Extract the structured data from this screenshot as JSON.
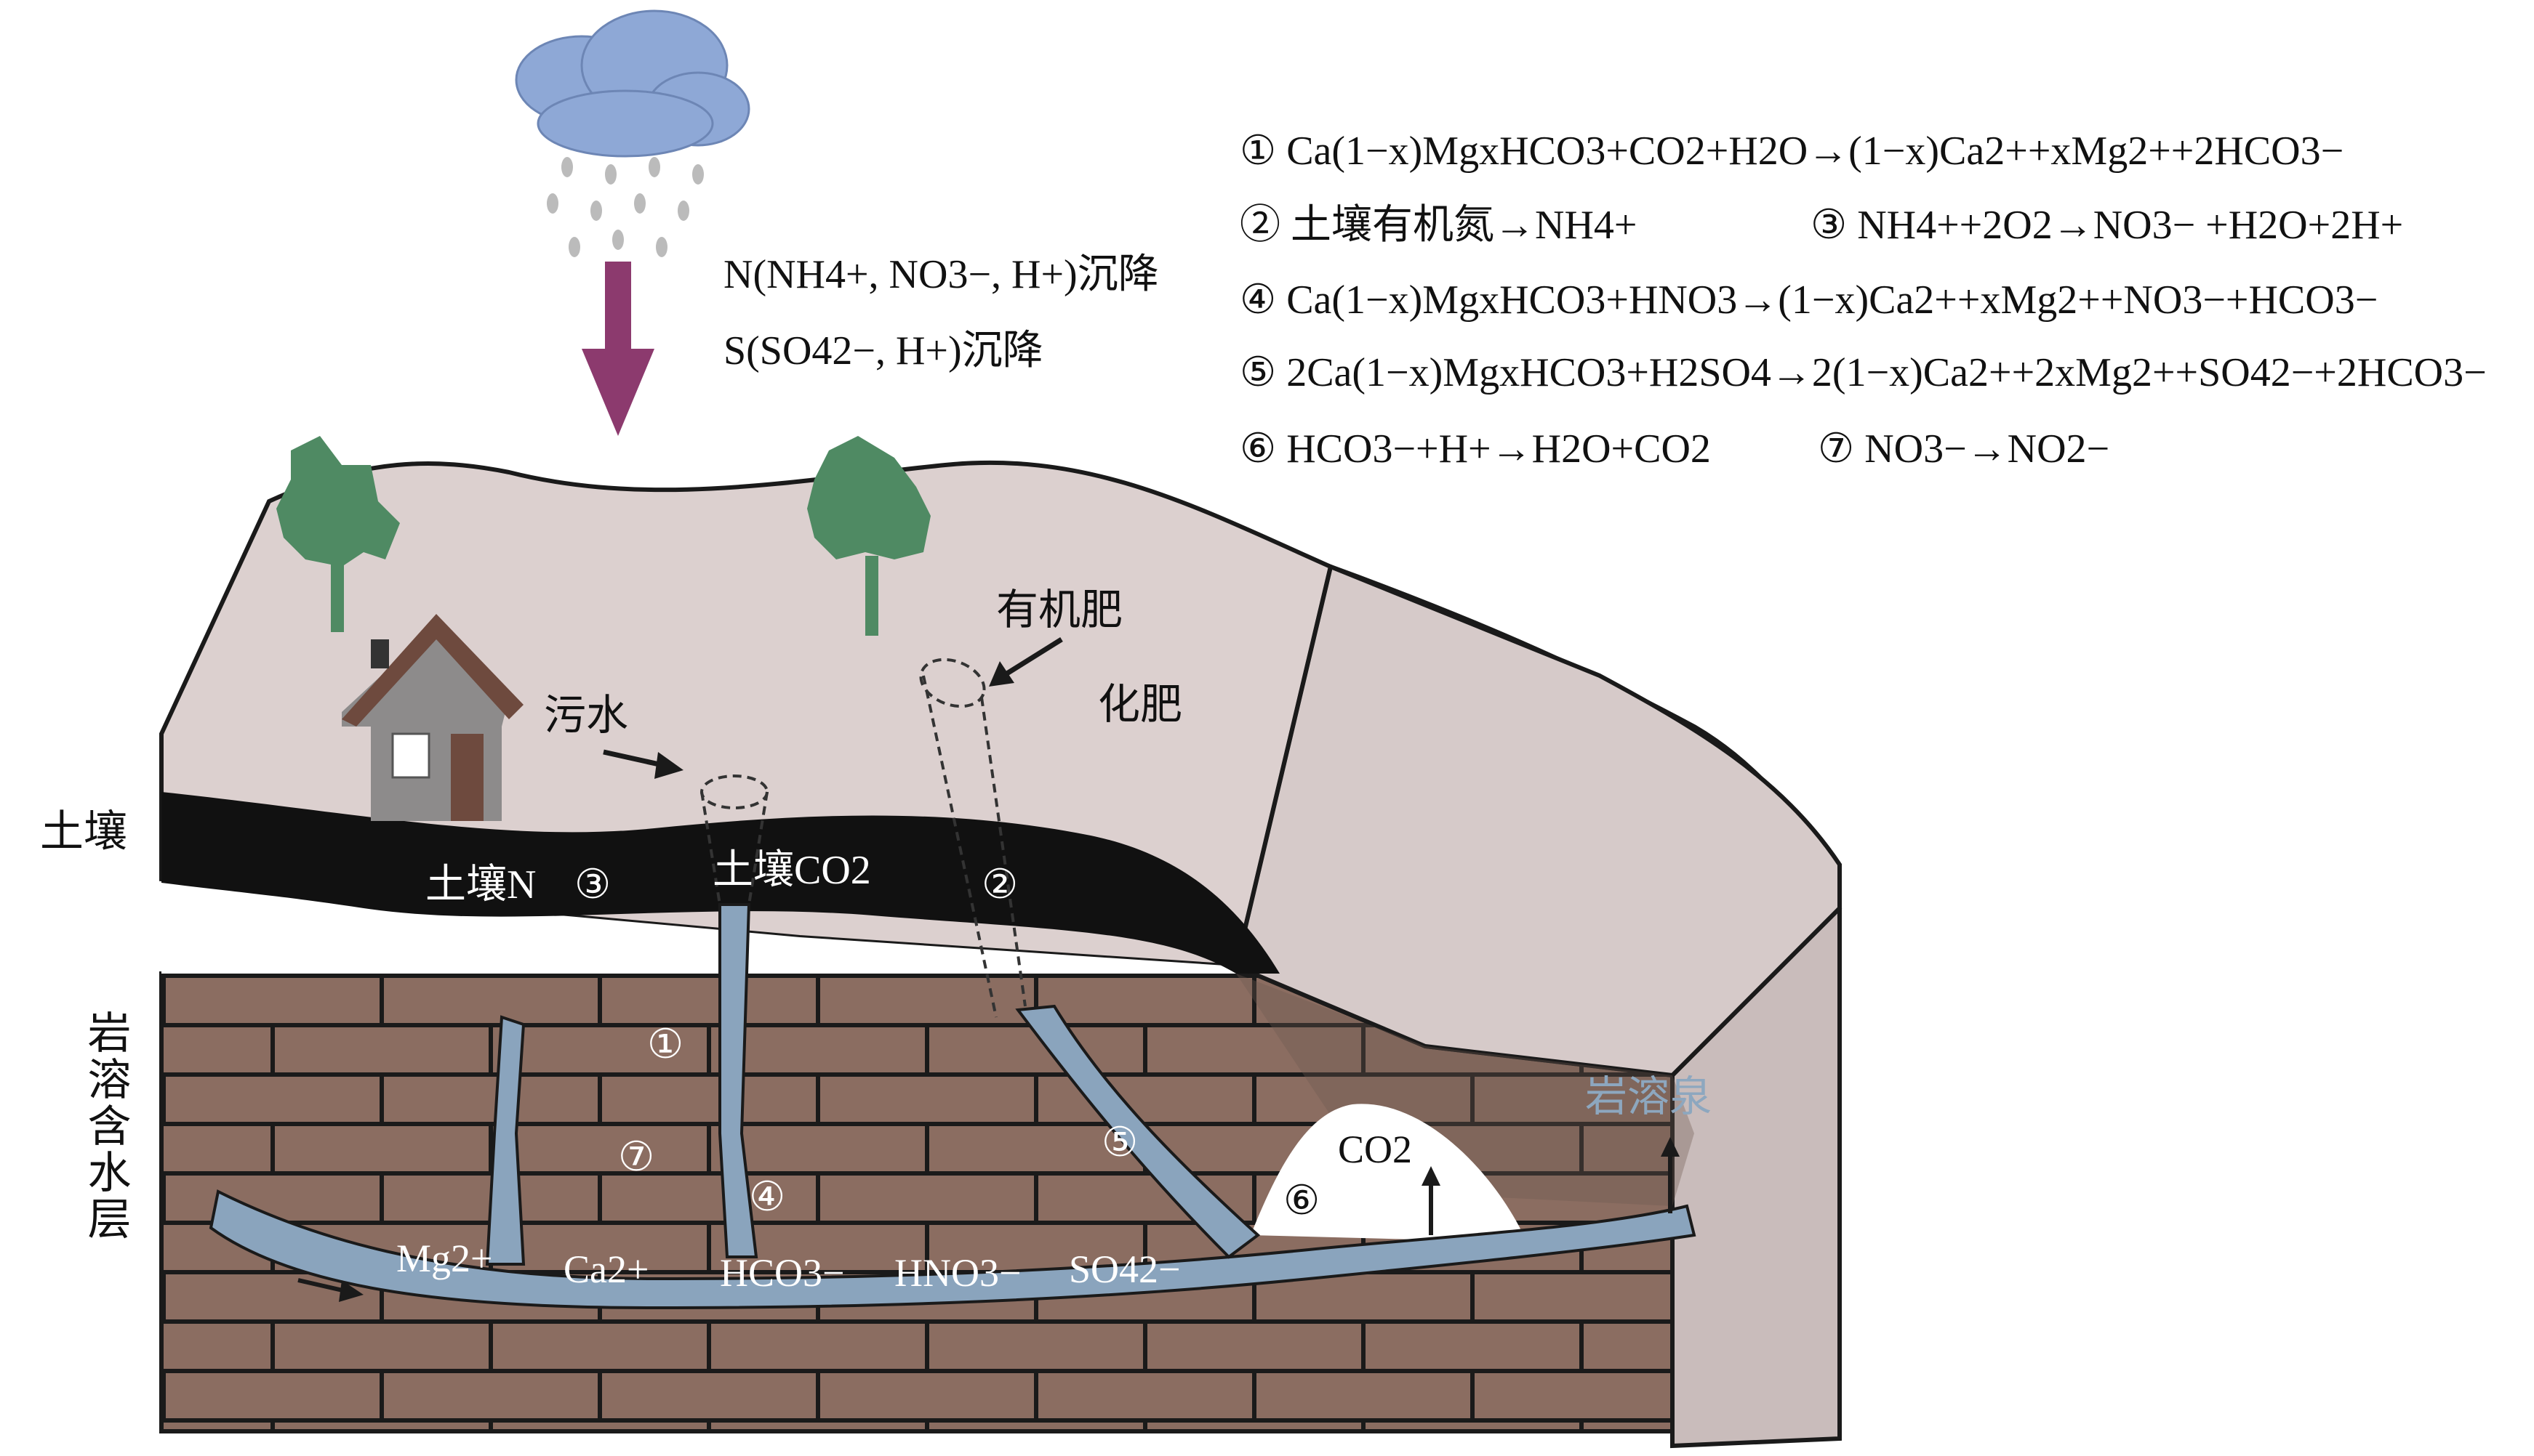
{
  "equations": [
    {
      "num": "①",
      "text": "Ca(1−x)MgxHCO3+CO2+H2O→(1−x)Ca2++xMg2++2HCO3−"
    },
    {
      "num": "②",
      "text": "土壤有机氮→NH4+"
    },
    {
      "num": "③",
      "text": "NH4++2O2→NO3− +H2O+2H+"
    },
    {
      "num": "④",
      "text": "Ca(1−x)MgxHCO3+HNO3→(1−x)Ca2++xMg2++NO3−+HCO3−"
    },
    {
      "num": "⑤",
      "text": "2Ca(1−x)MgxHCO3+H2SO4→2(1−x)Ca2++2xMg2++SO42−+2HCO3−"
    },
    {
      "num": "⑥",
      "text": "HCO3−+H+→H2O+CO2"
    },
    {
      "num": "⑦",
      "text": "NO3−→NO2−"
    }
  ],
  "deposition": {
    "n": "N(NH4+, NO3−, H+)沉降",
    "s": "S(SO42−, H+)沉降"
  },
  "layers": {
    "soil": "土壤",
    "aquifer": "岩溶含水层"
  },
  "labels": {
    "sewage": "污水",
    "organic_fertilizer": "有机肥",
    "chem_fertilizer": "化肥",
    "soil_n": "土壤N",
    "soil_co2": "土壤CO2",
    "co2": "CO2",
    "karst_spring": "岩溶泉"
  },
  "markers": {
    "m1": "①",
    "m2": "②",
    "m3": "③",
    "m4": "④",
    "m5": "⑤",
    "m6": "⑥",
    "m7": "⑦"
  },
  "ions": {
    "mg": "Mg2+",
    "ca": "Ca2+",
    "hco3": "HCO3−",
    "hno3": "HNO3−",
    "so4": "SO42−"
  },
  "colors": {
    "ground": "#dcd0cf",
    "soil_band": "#111111",
    "brick": "#8b6d61",
    "mortar": "#1a1a1a",
    "water": "#8aa4bd",
    "tree": "#4f8a63",
    "arrow": "#8c3a6e",
    "cloud": "#8ea8d6",
    "spring_label": "#8da7bf"
  }
}
